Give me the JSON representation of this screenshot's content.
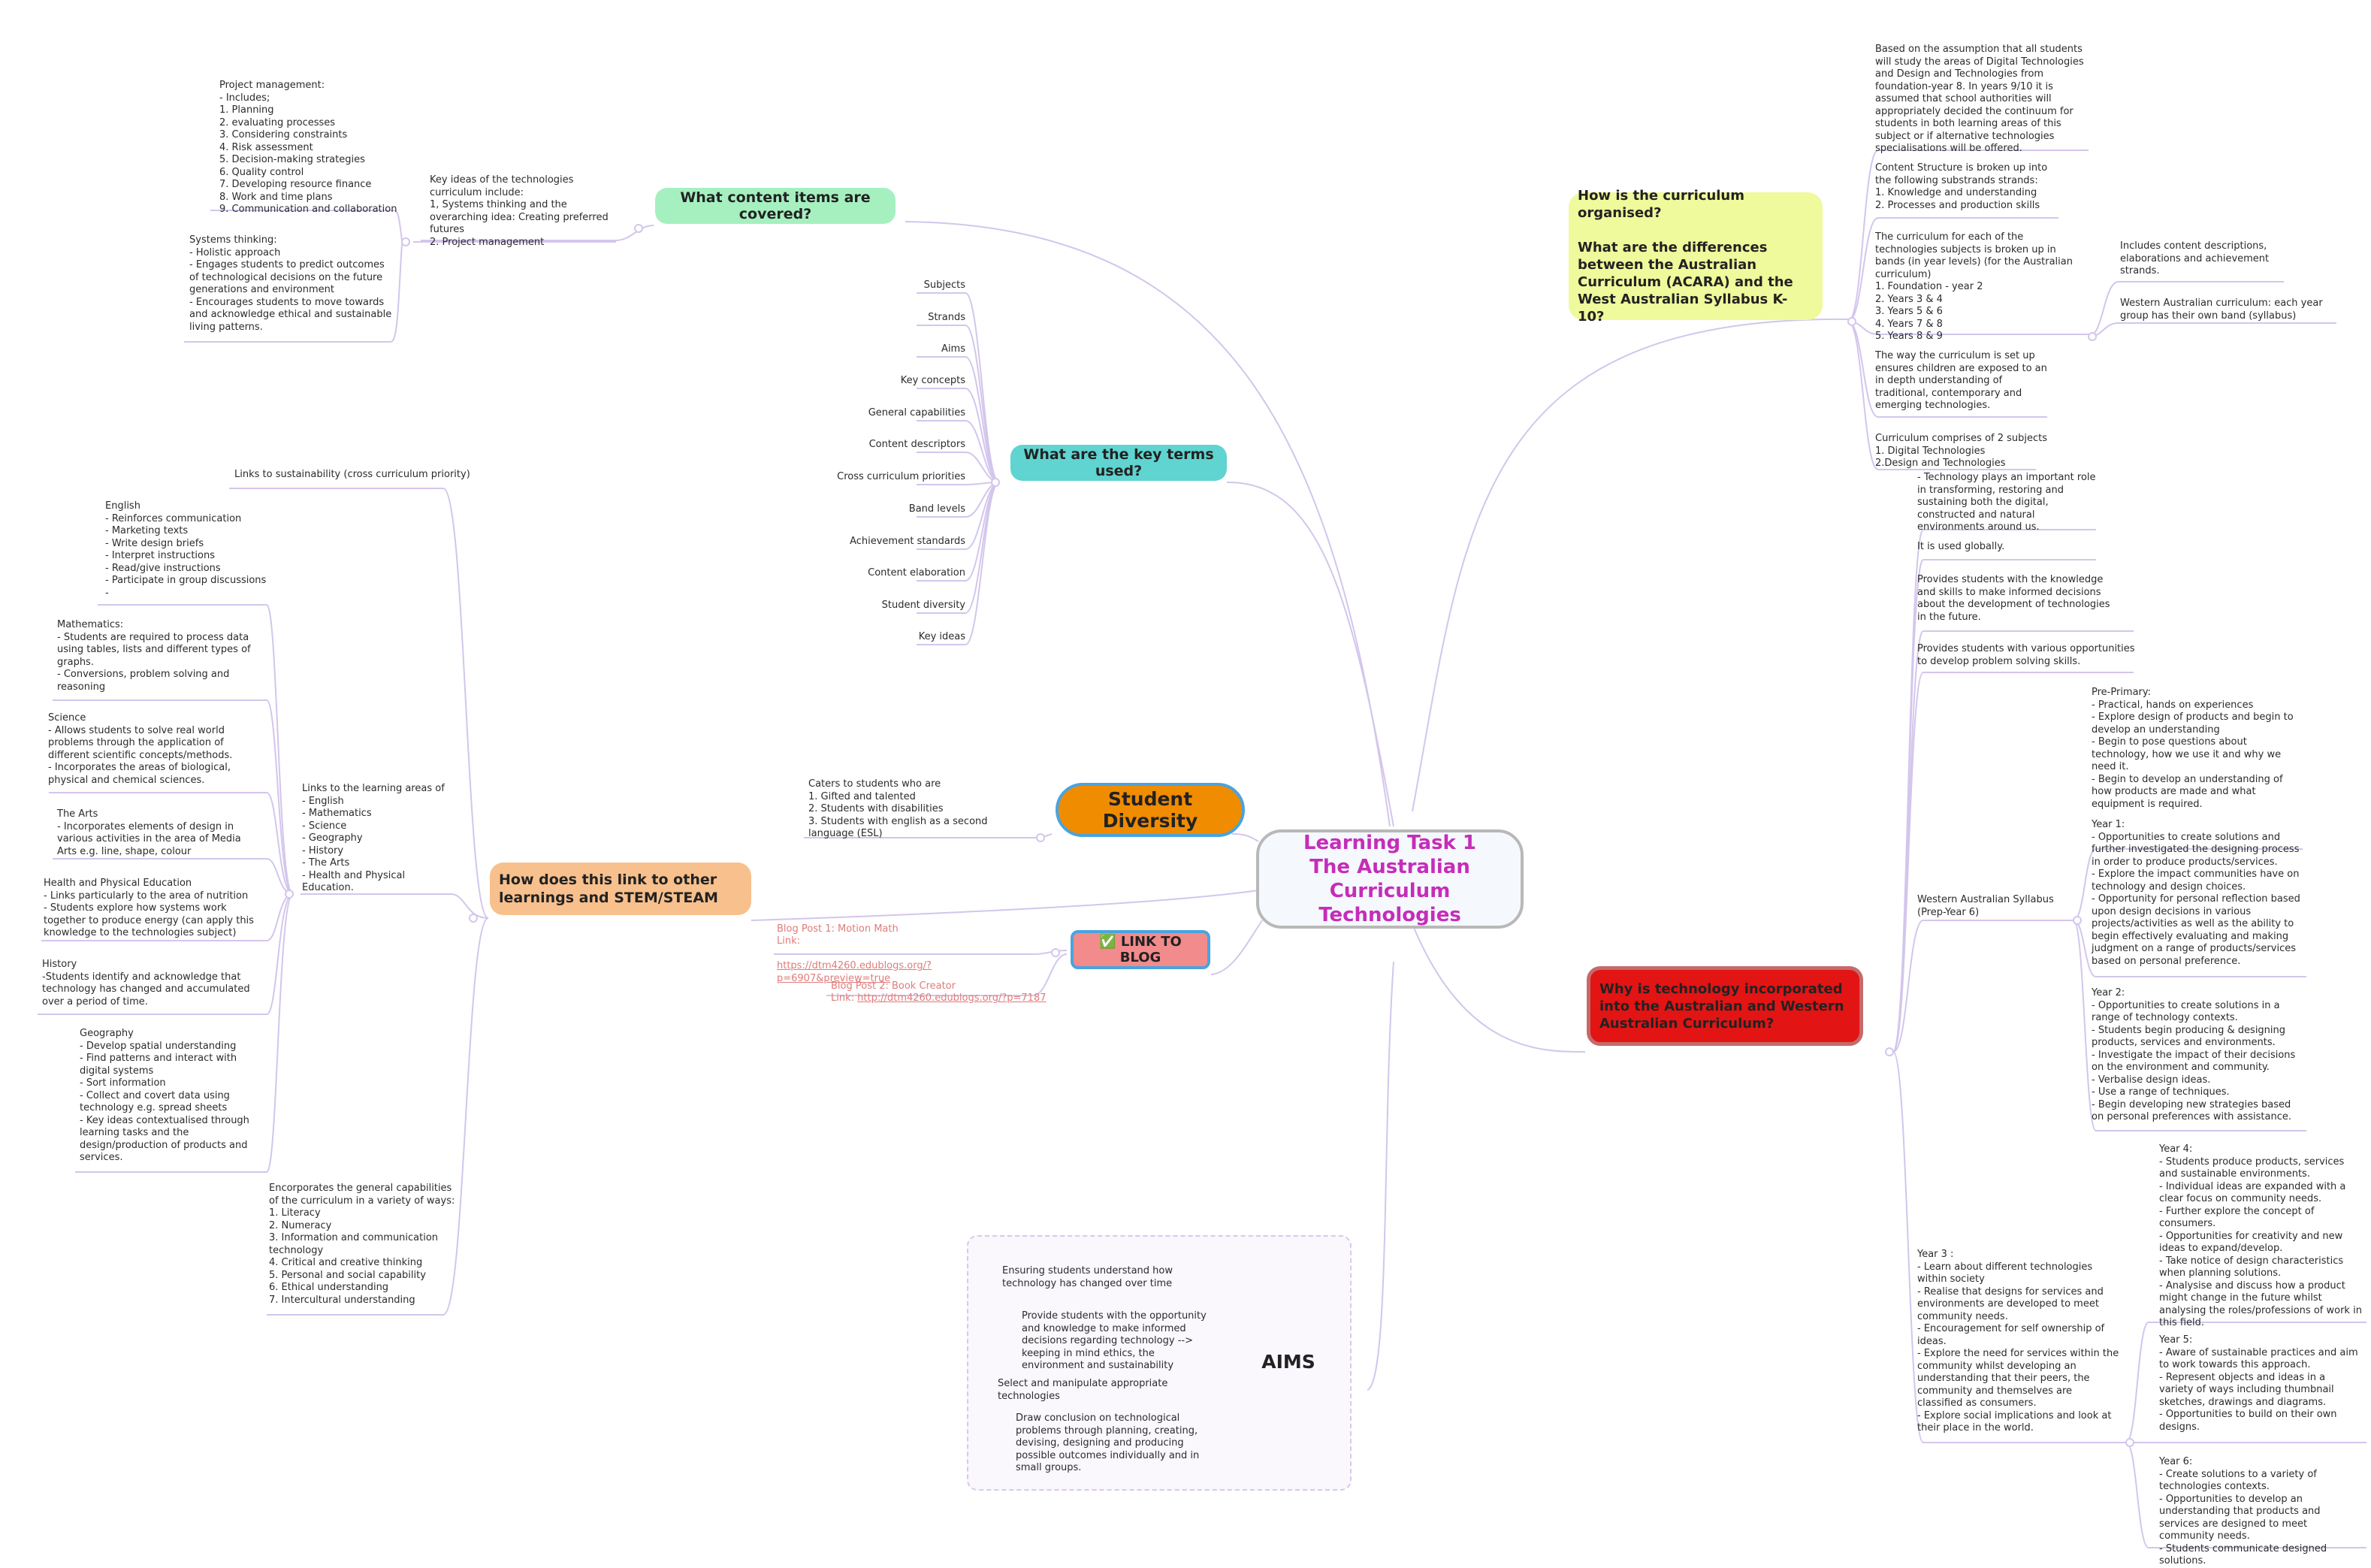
{
  "center": {
    "line1": "Learning Task 1",
    "line2": "The Australian Curriculum Technologies"
  },
  "content_items": {
    "title": "What content items are covered?",
    "key_ideas": "Key ideas of the technologies curriculum include:\n1, Systems thinking and the overarching idea: Creating preferred futures\n2. Project management",
    "project_management": "Project management:\n- Includes;\n1. Planning\n2. evaluating processes\n3.  Considering constraints\n4. Risk assessment\n5. Decision-making strategies\n6. Quality control\n7.  Developing resource finance\n8. Work and time plans\n9. Communication and collaboration",
    "systems_thinking": "Systems thinking:\n- Holistic approach\n- Engages students to predict outcomes of technological decisions on the future generations and environment\n- Encourages students to move towards and acknowledge ethical and sustainable living patterns."
  },
  "key_terms": {
    "title": "What are the key terms used?",
    "items": [
      "Subjects",
      "Strands",
      "Aims",
      "Key concepts",
      "General capabilities",
      "Content descriptors",
      "Cross curriculum priorities",
      "Band levels",
      "Achievement standards",
      "Content elaboration",
      "Student diversity",
      "Key ideas"
    ]
  },
  "student_diversity": {
    "title": "Student Diversity",
    "note": "Caters to students who are\n1. Gifted and talented\n2. Students with disabilities\n3. Students with english as a second language (ESL)"
  },
  "stem": {
    "title": "How does this link to other learnings and STEM/STEAM",
    "sustainability": "Links to sustainability (cross curriculum priority)",
    "learning_areas": "Links to the learning areas of\n- English\n- Mathematics\n- Science\n-  Geography\n- History\n- The Arts\n- Health and Physical Education.",
    "english": "English\n- Reinforces communication\n- Marketing texts\n- Write design briefs\n- Interpret instructions\n- Read/give instructions\n- Participate in group discussions\n-",
    "maths": "Mathematics:\n- Students are required to process data using tables, lists and different types of graphs.\n- Conversions, problem solving and reasoning",
    "science": "Science\n- Allows students to solve real world problems through the application of different scientific concepts/methods.\n- Incorporates the areas of biological, physical and chemical sciences.",
    "arts": "The Arts\n- Incorporates elements of design in various activities in the area of Media Arts e.g. line, shape, colour",
    "hpe": "Health and Physical Education\n- Links particularly to the area of nutrition\n- Students explore how systems work together to produce energy (can apply this knowledge to the technologies subject)",
    "history": "History\n-Students identify and acknowledge that technology has changed and accumulated over a period of time.",
    "geography": "Geography\n- Develop spatial understanding\n- Find patterns and interact with digital systems\n- Sort information\n- Collect and covert data using technology e.g. spread sheets\n- Key ideas contextualised through learning tasks and the design/production of products and services.",
    "capabilities": "Encorporates the general capabilities of the curriculum in a variety of ways:\n1. Literacy\n2. Numeracy\n3. Information and communication technology\n4. Critical and creative thinking\n5. Personal and social capability\n6. Ethical understanding\n7. Intercultural understanding"
  },
  "blog": {
    "title": "✅ LINK TO BLOG",
    "post1_label": "Blog Post 1: Motion Math\nLink:",
    "post1_url": "https://dtm4260.edublogs.org/?p=6907&preview=true",
    "post2_label": "Blog Post 2: Book Creator\nLink: ",
    "post2_url": "http://dtm4260.edublogs.org/?p=7187"
  },
  "aims": {
    "title": "AIMS",
    "items": [
      "Ensuring students understand how technology has changed over time",
      "Provide students with the opportunity and knowledge to make informed decisions regarding technology --> keeping in mind ethics, the environment and sustainability",
      "Select and manipulate appropriate technologies",
      "Draw conclusion on technological problems through planning, creating, devising, designing and producing possible outcomes individually and in small groups."
    ]
  },
  "organised": {
    "title": "How is the curriculum organised?\n\nWhat are the differences between the Australian Curriculum (ACARA) and the West Australian Syllabus K-10?",
    "n1": "Based on the assumption that all students will study the areas of Digital Technologies and Design and Technologies from foundation-year 8. In years 9/10 it is assumed that school authorities will appropriately decided the continuum for students in both learning areas of this subject or if alternative technologies specialisations will be offered.",
    "n2": "Content Structure is broken up into the following substrands strands:\n1. Knowledge and understanding\n2. Processes and production skills",
    "n3": "The curriculum for each of the technologies subjects is broken up in bands (in year levels) (for the Australian curriculum)\n1. Foundation - year 2\n2. Years 3 & 4\n3. Years 5 & 6\n4. Years 7 & 8\n5. Years 8 & 9",
    "n3a": "Includes content descriptions, elaborations and achievement strands.",
    "n3b": "Western Australian curriculum: each year group has their own band (syllabus)",
    "n4": "The way the curriculum is set up ensures children are exposed to an in depth understanding of traditional, contemporary and emerging technologies.",
    "n5": "Curriculum comprises of 2 subjects\n1. Digital Technologies\n2.Design and Technologies"
  },
  "why": {
    "title": "Why is technology incorporated into the Australian and Western Australian Curriculum?",
    "n1": "- Technology plays an important role in transforming, restoring and sustaining both the digital, constructed and natural environments around us.",
    "n2": "It is used globally.",
    "n3": "Provides students with the knowledge and skills to make informed decisions about the development of technologies in the future.",
    "n4": "Provides students with various opportunities to develop problem solving skills.",
    "wa": "Western Australian Syllabus\n(Prep-Year 6)",
    "pre_primary": "Pre-Primary:\n- Practical, hands on experiences\n- Explore design of products and begin to develop an understanding\n- Begin to pose questions about technology, how we use it and why we need it.\n- Begin to develop an understanding of how products are made and what equipment is required.",
    "year1": "Year 1:\n- Opportunities to create solutions and further investigated the designing process in order to produce products/services.\n- Explore the impact communities have on technology and design choices.\n- Opportunity for personal reflection based upon design decisions in various projects/activities as well as the ability to begin effectively evaluating and making judgment on a range of products/services based on personal preference.",
    "year2": "Year 2:\n- Opportunities to create solutions in a range of technology contexts.\n- Students begin producing & designing products, services and environments.\n- Investigate the impact of their decisions on the environment and community.\n- Verbalise design ideas.\n- Use a range of techniques.\n- Begin developing new strategies based on personal preferences with assistance.",
    "year3": "Year 3 :\n- Learn about different technologies within society\n- Realise that designs for services and environments are developed to meet community needs.\n- Encouragement for self ownership of ideas.\n- Explore the need for services within the community whilst developing an understanding that their peers, the community and themselves are classified as consumers.\n- Explore social implications and look at their place in the world.",
    "year4": "Year 4:\n- Students produce products, services and sustainable environments.\n- Individual ideas are expanded with a clear focus on community needs.\n- Further explore the concept of consumers.\n- Opportunities for creativity and new ideas to expand/develop.\n- Take notice of design characteristics when planning solutions.\n- Analysise and discuss how a product might change in the future whilst analysing the roles/professions of work in this field.",
    "year5": "Year 5:\n- Aware of sustainable practices  and aim to work towards this approach.\n- Represent objects and ideas in a variety of ways including thumbnail sketches, drawings and  diagrams.\n- Opportunities to build on their own designs.",
    "year6": "Year 6:\n- Create solutions to a variety of technologies contexts.\n- Opportunities to develop an understanding that products and services are designed to meet community needs.\n- Students communicate designed solutions."
  },
  "colors": {
    "line": "#d3c6ec",
    "center_title": "#c52db8",
    "content_items": "#a6f0c0",
    "key_terms": "#5fd4d0",
    "student_diversity": "#f08c00",
    "stem": "#f7c08d",
    "blog": "#f28b8b",
    "organised": "#eefa9b",
    "why": "#e21414"
  }
}
